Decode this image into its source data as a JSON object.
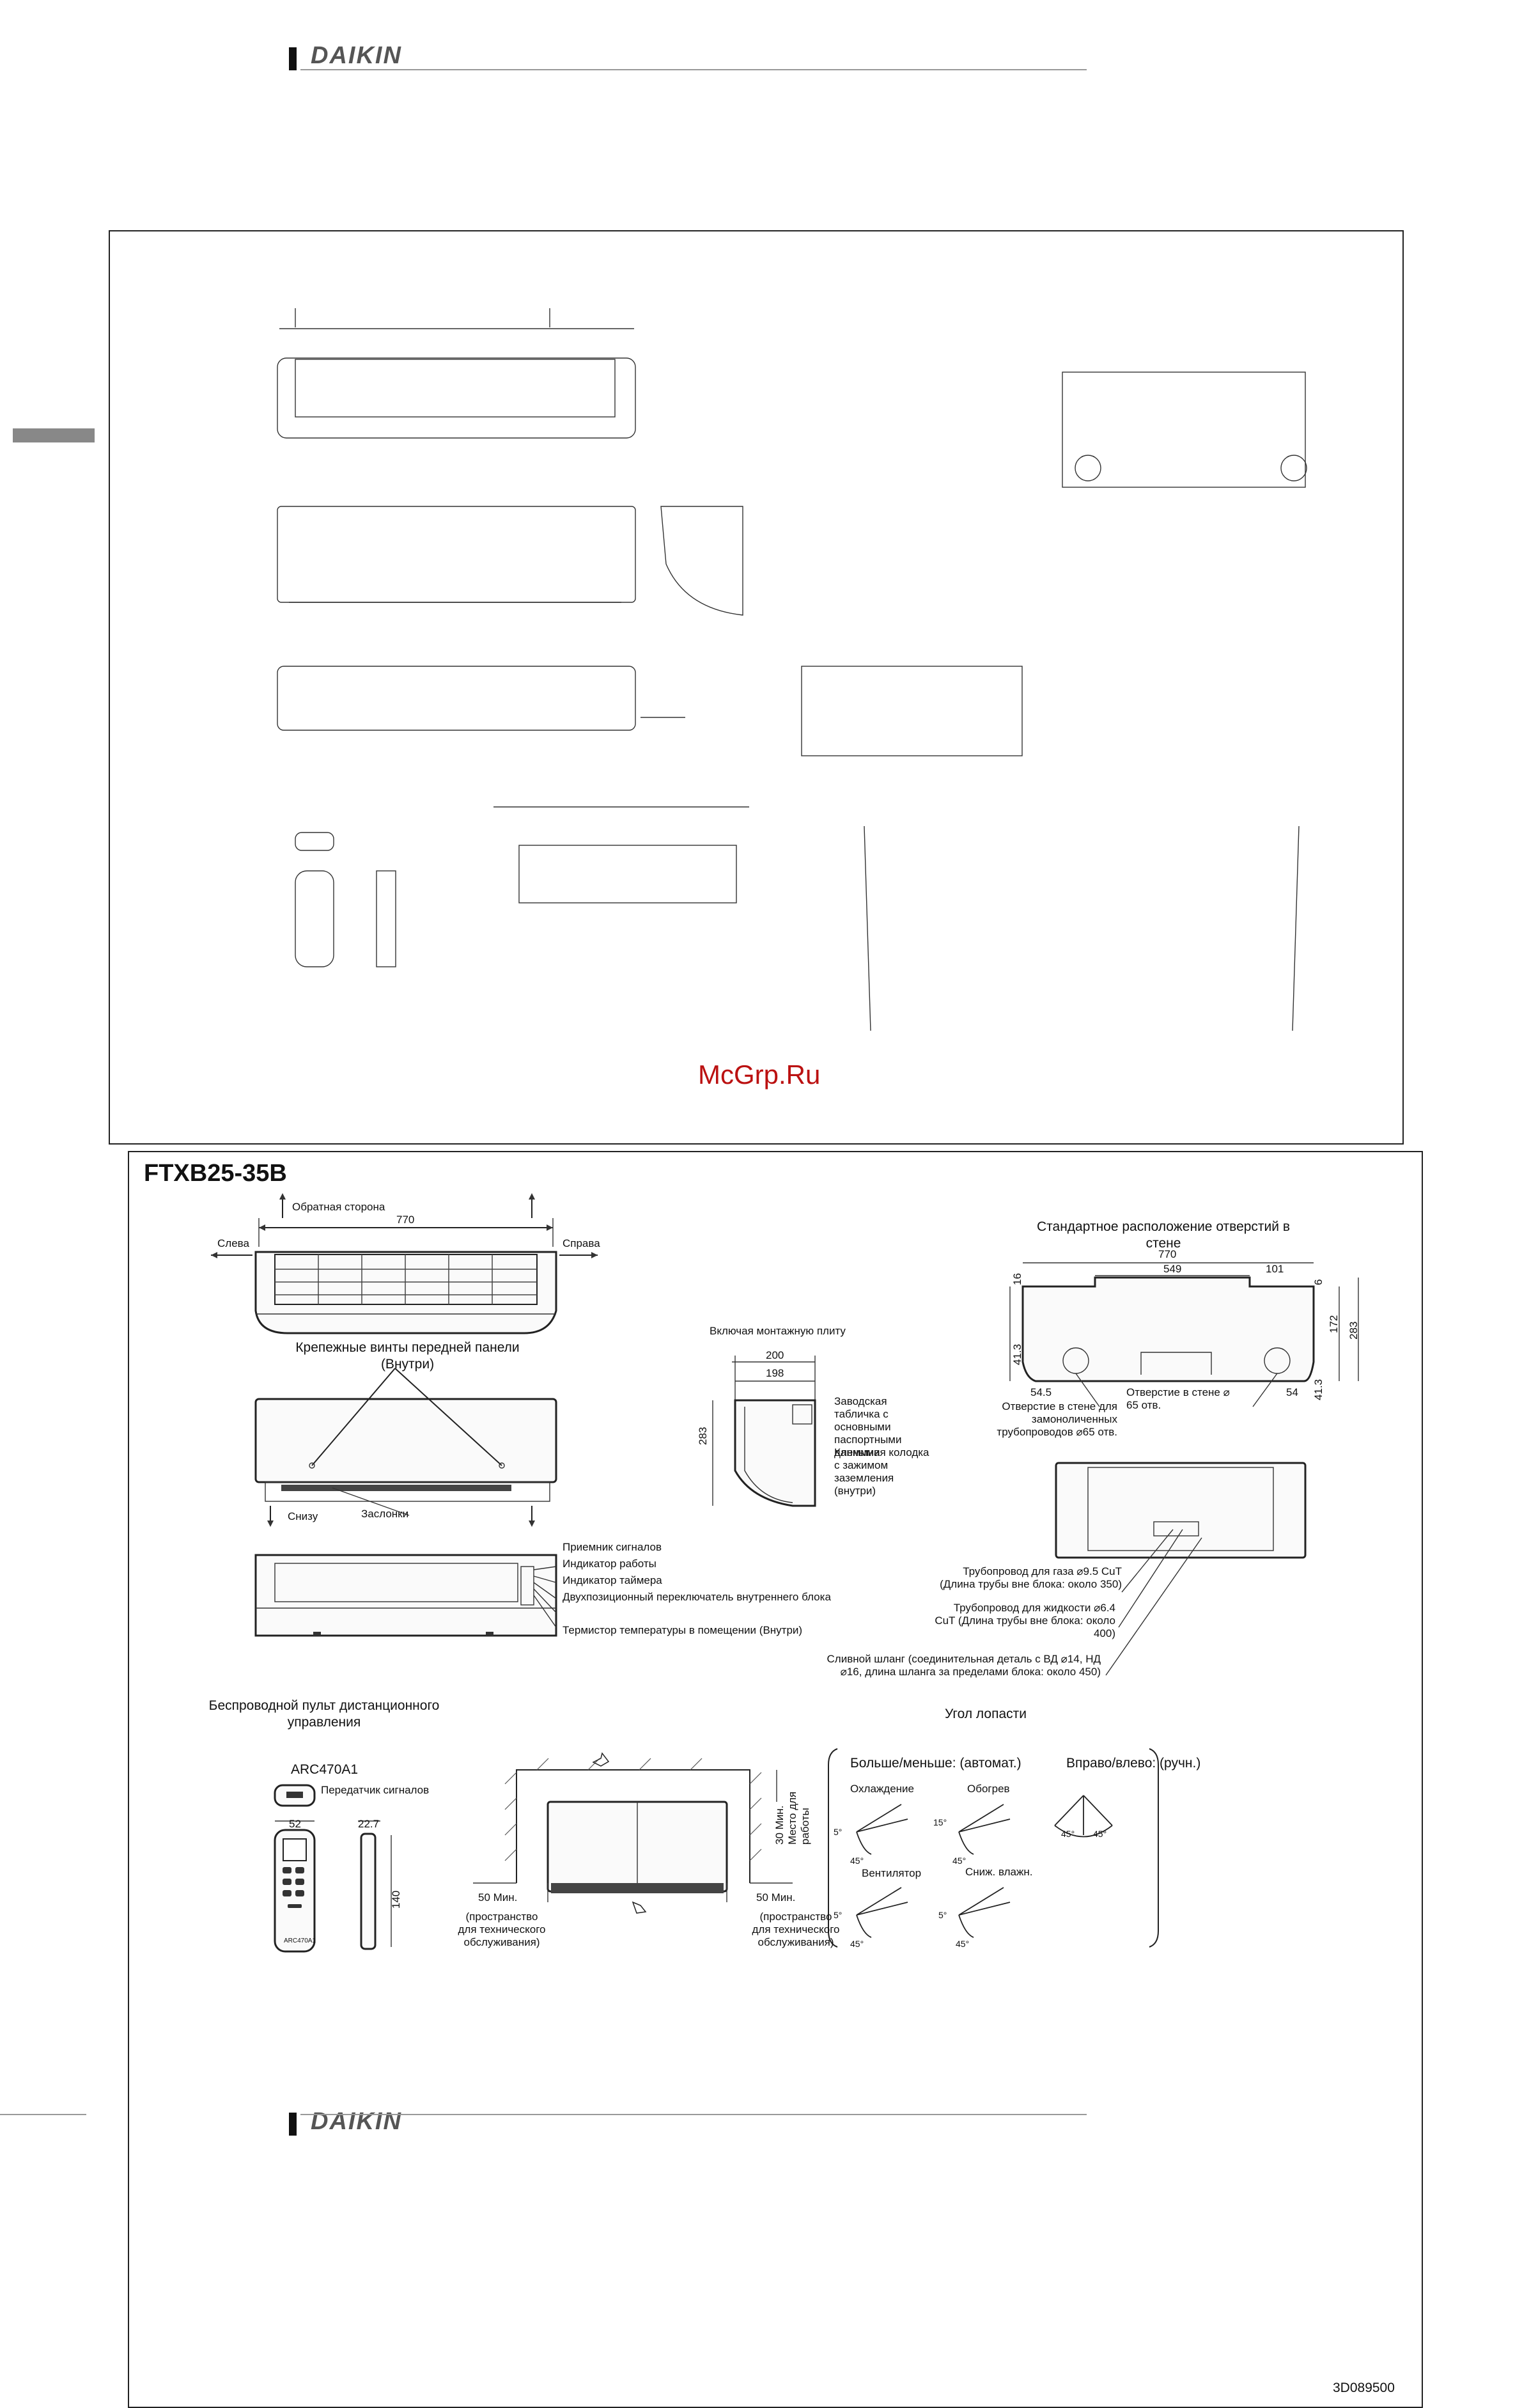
{
  "header": {
    "brand": "DAIKIN"
  },
  "footer": {
    "brand": "DAIKIN"
  },
  "watermark": "McGrp.Ru",
  "drawing": {
    "title": "FTXB25-35B",
    "doc_code": "3D089500",
    "top_view": {
      "back_side": "Обратная сторона",
      "width": "770",
      "left": "Слева",
      "right": "Справа"
    },
    "front_view": {
      "screws_label": "Крепежные винты передней панели (Внутри)",
      "bottom": "Снизу",
      "flaps": "Заслонки"
    },
    "bottom_view": {
      "labels": [
        "Приемник сигналов",
        "Индикатор работы",
        "Индикатор таймера",
        "Двухпозиционный переключатель внутреннего блока",
        "Термистор температуры в помещении (Внутри)"
      ]
    },
    "side_view": {
      "incl_plate": "Включая монтажную плиту",
      "dim_200": "200",
      "dim_198": "198",
      "dim_283": "283",
      "nameplate": "Заводская табличка с основными паспортными данными",
      "terminal": "Клеммная колодка с зажимом заземления (внутри)"
    },
    "holes": {
      "title": "Стандартное расположение отверстий в стене",
      "dims": [
        "770",
        "549",
        "101",
        "16",
        "6",
        "172",
        "283",
        "41.3",
        "41.3",
        "54.5",
        "54"
      ],
      "hole_left": "Отверстие в стене для замоноличенных трубопроводов ⌀65 отв.",
      "hole_right": "Отверстие в стене ⌀ 65 отв."
    },
    "pipes": {
      "gas": "Трубопровод для газа ⌀9.5 CuT (Длина трубы вне блока: около 350)",
      "liquid": "Трубопровод для жидкости ⌀6.4 CuT (Длина трубы вне блока: около 400)",
      "drain": "Сливной шланг (соединительная деталь с ВД ⌀14, НД ⌀16, длина шланга за пределами блока: около 450)"
    },
    "remote": {
      "title": "Беспроводной пульт дистанционного управления",
      "model": "ARC470A1",
      "transmitter": "Передатчик сигналов",
      "dim_52": "52",
      "dim_22_7": "22.7",
      "dim_140": "140",
      "body_label": "ARC470A1"
    },
    "clearance": {
      "min50_left": "50 Мин.",
      "min50_right": "50 Мин.",
      "service": "(пространство для технического обслуживания)",
      "min30": "30 Мин. Место для работы"
    },
    "louver": {
      "title": "Угол лопасти",
      "auto": "Больше/меньше: (автомат.)",
      "manual": "Вправо/влево: (ручн.)",
      "modes": [
        "Охлаждение",
        "Обогрев",
        "Вентилятор",
        "Сниж. влажн."
      ],
      "angles": [
        "5°",
        "45°",
        "15°",
        "45°",
        "5°",
        "45°",
        "5°",
        "45°"
      ],
      "lr_angles": [
        "45°",
        "45°"
      ]
    }
  }
}
